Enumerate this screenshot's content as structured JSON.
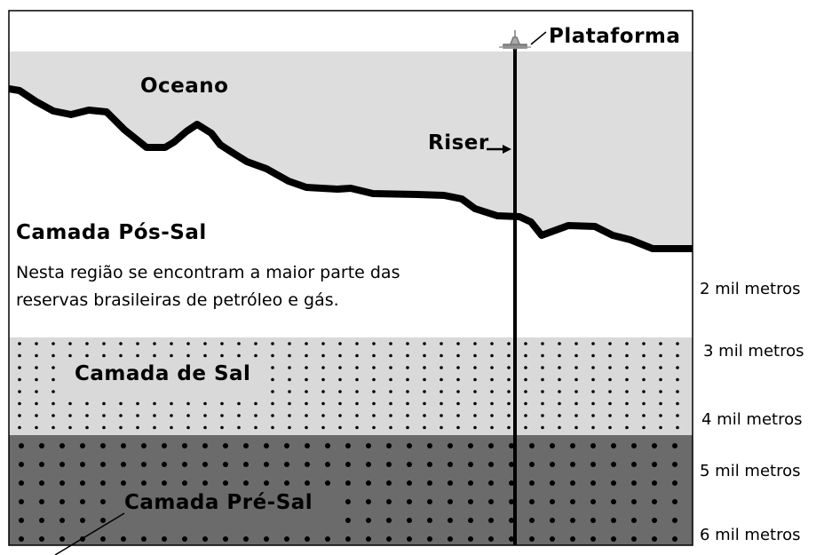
{
  "labels": {
    "platform": "Plataforma",
    "ocean": "Oceano",
    "riser": "Riser",
    "post_salt_title": "Camada Pós-Sal",
    "post_salt_desc_line1": "Nesta região se encontram a maior parte das",
    "post_salt_desc_line2": "reservas brasileiras de petróleo e gás.",
    "salt_layer": "Camada de Sal",
    "pre_salt": "Camada Pré-Sal"
  },
  "depth_markers": [
    "2 mil metros",
    "3 mil metros",
    "4 mil metros",
    "5 mil metros",
    "6 mil metros"
  ],
  "colors": {
    "ocean": "#dddddd",
    "post_salt": "#ffffff",
    "salt_layer": "#d9d9d9",
    "pre_salt": "#6b6b6b",
    "dots": "#000000",
    "lines": "#000000"
  },
  "icons": {
    "platform": "oil-platform-icon",
    "riser_arrow": "arrow-right-icon"
  }
}
